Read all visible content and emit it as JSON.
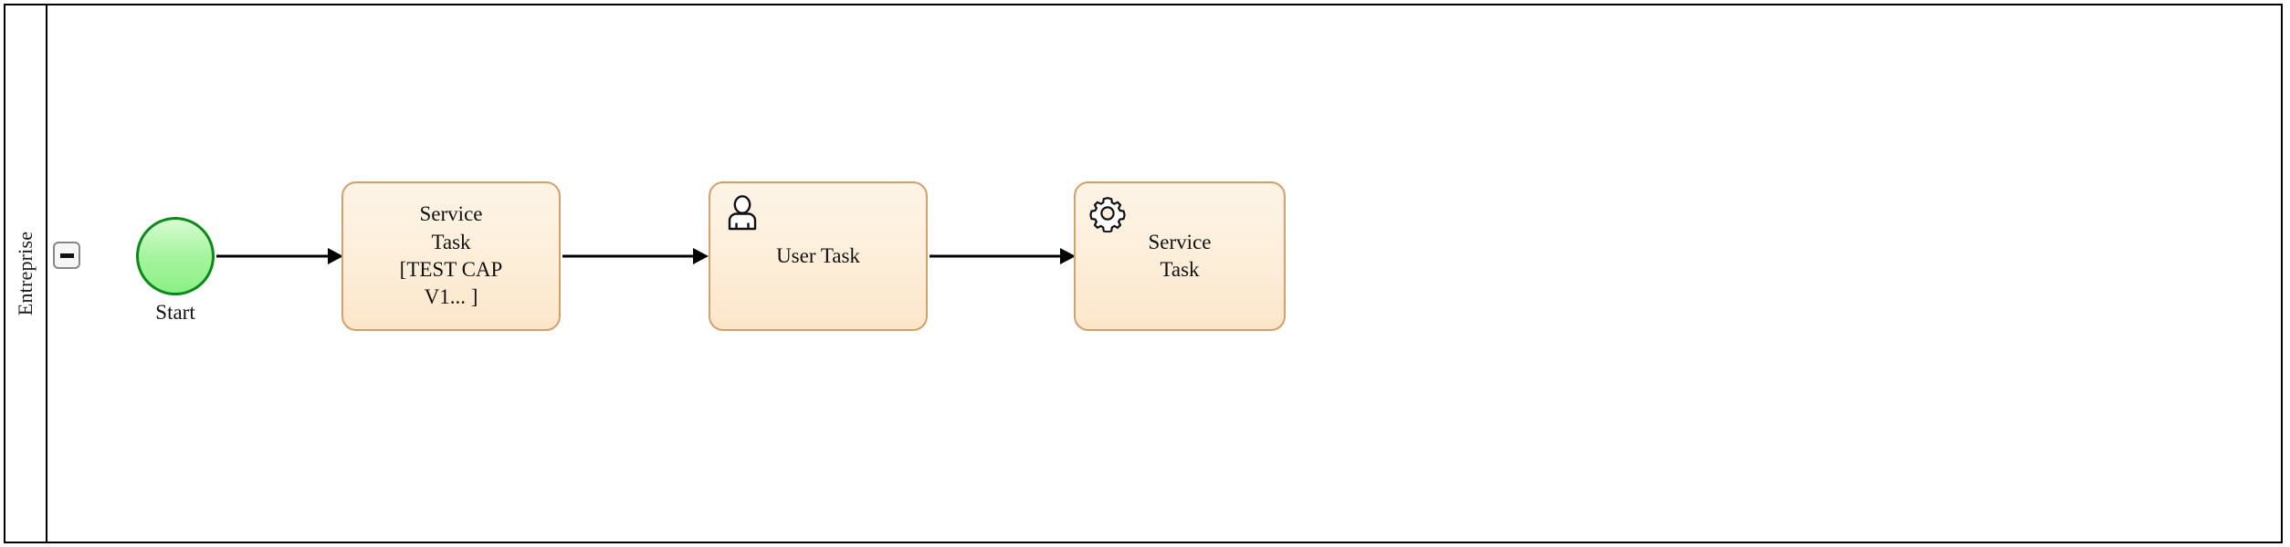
{
  "diagram": {
    "type": "bpmn-process",
    "pool": {
      "name": "Entreprise",
      "collapse_toggle": {
        "icon": "minus-icon",
        "state": "expanded"
      }
    },
    "colors": {
      "pool_border": "#000000",
      "task_fill": "#fdeed9",
      "task_border": "#d3a168",
      "start_fill": "#a9f5a1",
      "start_border": "#0a8a17",
      "flow_stroke": "#000000",
      "toggle_border": "#888888"
    },
    "nodes": [
      {
        "id": "start-event",
        "kind": "start-event",
        "label": "Start",
        "icon": null
      },
      {
        "id": "task-service-1",
        "kind": "task",
        "label": "Service\nTask\n[TEST CAP\nV1... ]",
        "icon": null
      },
      {
        "id": "task-user",
        "kind": "task",
        "label": "User Task",
        "icon": "user-icon"
      },
      {
        "id": "task-service-2",
        "kind": "task",
        "label": "Service\nTask",
        "icon": "gear-icon"
      }
    ],
    "flows": [
      {
        "id": "flow-1",
        "from": "start-event",
        "to": "task-service-1",
        "label": ""
      },
      {
        "id": "flow-2",
        "from": "task-service-1",
        "to": "task-user",
        "label": ""
      },
      {
        "id": "flow-3",
        "from": "task-user",
        "to": "task-service-2",
        "label": ""
      }
    ]
  }
}
